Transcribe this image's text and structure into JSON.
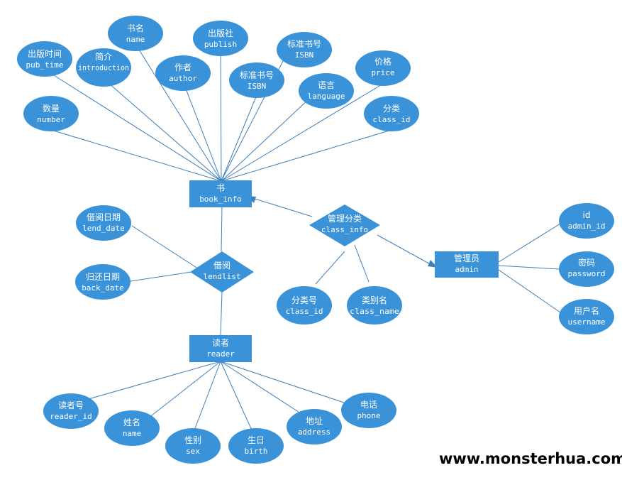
{
  "colors": {
    "shape_fill": "#3a92d8",
    "line": "#3f7fb8",
    "text": "#ffffff",
    "watermark": "#000000"
  },
  "entities": {
    "book": {
      "cn": "书",
      "en": "book_info"
    },
    "reader": {
      "cn": "读者",
      "en": "reader"
    },
    "admin": {
      "cn": "管理员",
      "en": "admin"
    }
  },
  "relationships": {
    "lendlist": {
      "cn": "借阅",
      "en": "lendlist"
    },
    "class_info": {
      "cn": "管理分类",
      "en": "class_info"
    }
  },
  "attributes": {
    "name": {
      "cn": "书名",
      "en": "name"
    },
    "publish": {
      "cn": "出版社",
      "en": "publish"
    },
    "isbn_top": {
      "cn": "标准书号",
      "en": "ISBN"
    },
    "pub_time": {
      "cn": "出版时间",
      "en": "pub_time"
    },
    "introduction": {
      "cn": "简介",
      "en": "introduction"
    },
    "author": {
      "cn": "作者",
      "en": "author"
    },
    "isbn_mid": {
      "cn": "标准书号",
      "en": "ISBN"
    },
    "language": {
      "cn": "语言",
      "en": "language"
    },
    "price": {
      "cn": "价格",
      "en": "price"
    },
    "number": {
      "cn": "数量",
      "en": "number"
    },
    "class_id_book": {
      "cn": "分类",
      "en": "class_id"
    },
    "lend_date": {
      "cn": "借阅日期",
      "en": "lend_date"
    },
    "back_date": {
      "cn": "归还日期",
      "en": "back_date"
    },
    "class_id": {
      "cn": "分类号",
      "en": "class_id"
    },
    "class_name": {
      "cn": "类别名",
      "en": "class_name"
    },
    "admin_id": {
      "cn": "id",
      "en": "admin_id"
    },
    "password": {
      "cn": "密码",
      "en": "password"
    },
    "username": {
      "cn": "用户名",
      "en": "username"
    },
    "reader_id": {
      "cn": "读者号",
      "en": "reader_id"
    },
    "reader_name": {
      "cn": "姓名",
      "en": "name"
    },
    "sex": {
      "cn": "性别",
      "en": "sex"
    },
    "birth": {
      "cn": "生日",
      "en": "birth"
    },
    "address": {
      "cn": "地址",
      "en": "address"
    },
    "phone": {
      "cn": "电话",
      "en": "phone"
    }
  },
  "watermark": "www.monsterhua.com"
}
